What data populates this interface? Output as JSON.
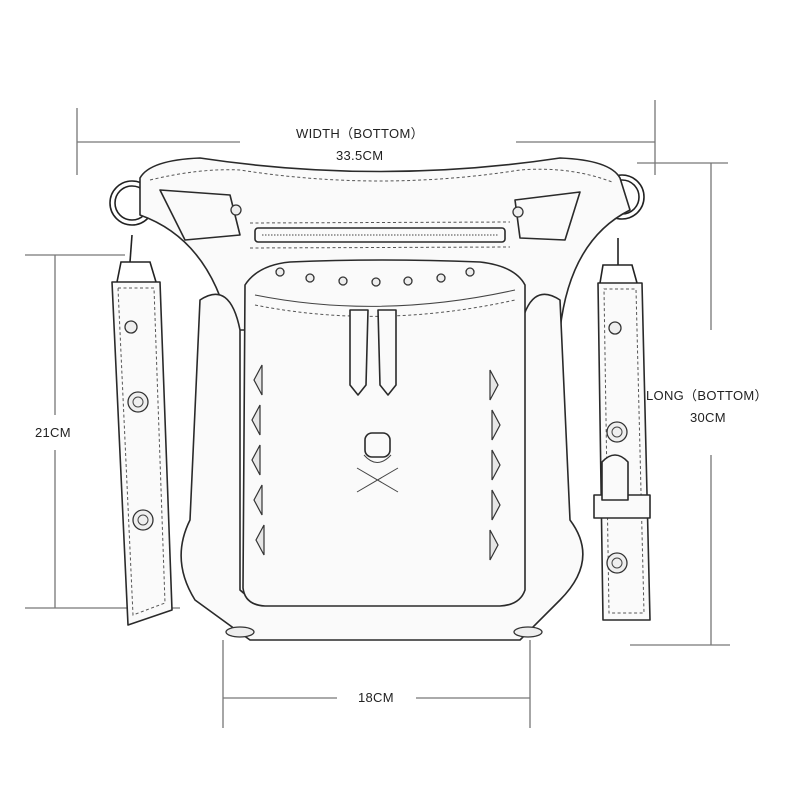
{
  "diagram": {
    "subject": "leg-drop bag sketch with dimensions",
    "colors": {
      "background": "#ffffff",
      "dimension_line": "#777777",
      "sketch_stroke": "#2a2a2a",
      "text": "#222222"
    }
  },
  "dimensions": {
    "width": {
      "title": "WIDTH（BOTTOM）",
      "value": "33.5CM"
    },
    "long": {
      "title": "LONG（BOTTOM）",
      "value": "30CM"
    },
    "height": {
      "value": "21CM"
    },
    "bottom": {
      "value": "18CM"
    }
  }
}
